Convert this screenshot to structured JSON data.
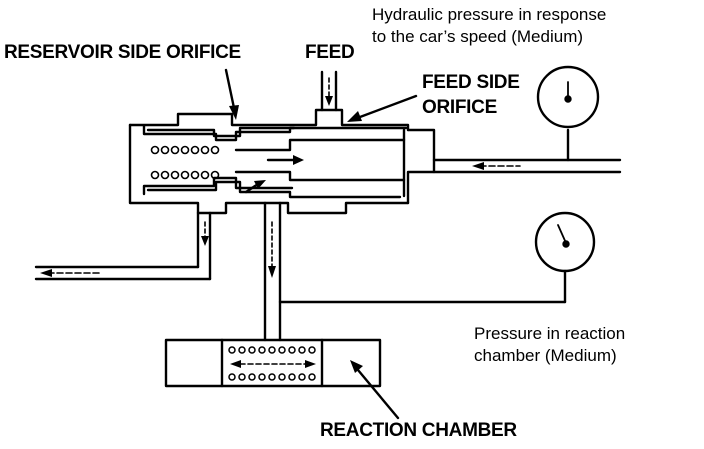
{
  "labels": {
    "reservoir_orifice": "RESERVOIR SIDE ORIFICE",
    "feed": "FEED",
    "feed_side_orifice_line1": "FEED SIDE",
    "feed_side_orifice_line2": "ORIFICE",
    "hydraulic_line1": "Hydraulic pressure in response",
    "hydraulic_line2": "to the car’s speed (Medium)",
    "reaction_pressure_line1": "Pressure in reaction",
    "reaction_pressure_line2": "chamber (Medium)",
    "reaction_chamber": "REACTION CHAMBER"
  },
  "colors": {
    "ink": "#000000",
    "paper": "#ffffff"
  }
}
